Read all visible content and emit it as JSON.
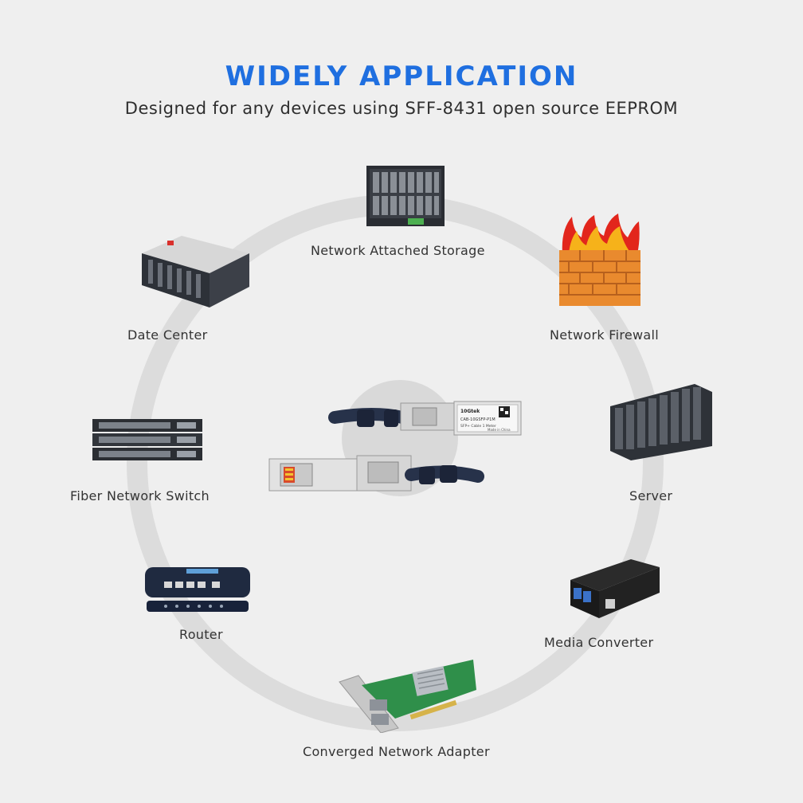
{
  "header": {
    "title": "WIDELY APPLICATION",
    "subtitle": "Designed for any devices using SFF-8431 open source EEPROM"
  },
  "colors": {
    "title": "#1f6fe0",
    "background": "#efefef",
    "ring": "#dcdcdc"
  },
  "devices": {
    "nas": "Network Attached Storage",
    "data_center": "Date Center",
    "firewall": "Network Firewall",
    "switch": "Fiber Network Switch",
    "server": "Server",
    "router": "Router",
    "media_converter": "Media Converter",
    "adapter": "Converged Network Adapter"
  },
  "module_label": {
    "brand": "10Gtek",
    "model": "CAB-10GSFP-P1M",
    "desc": "SFP+ Cable 1 Meter",
    "origin": "Made in China"
  }
}
